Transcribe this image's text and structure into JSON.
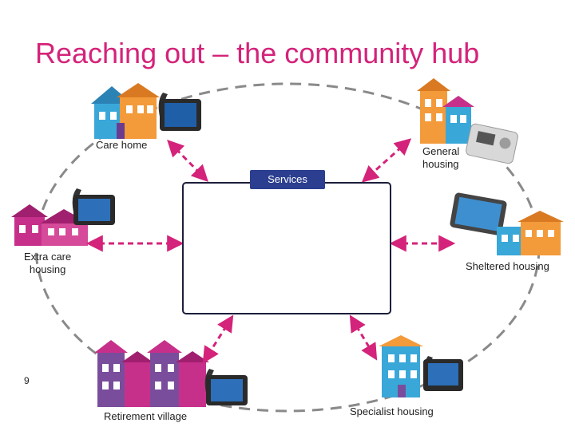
{
  "title": "Reaching out – the community hub",
  "services_label": "Services",
  "nodes": {
    "care_home": "Care home",
    "general_housing_line1": "General",
    "general_housing_line2": "housing",
    "extra_care_line1": "Extra care",
    "extra_care_line2": "housing",
    "sheltered_housing": "Sheltered housing",
    "retirement_village": "Retirement village",
    "specialist_housing": "Specialist housing"
  },
  "page_number": "9",
  "colors": {
    "title": "#d4237a",
    "arrow": "#d4237a",
    "ring": "#8a8a8a",
    "services_tab": "#2b3e8f",
    "building_orange": "#f39a3a",
    "building_blue": "#3aa7d9",
    "building_purple": "#7a4d9c",
    "building_magenta": "#c7308a"
  }
}
